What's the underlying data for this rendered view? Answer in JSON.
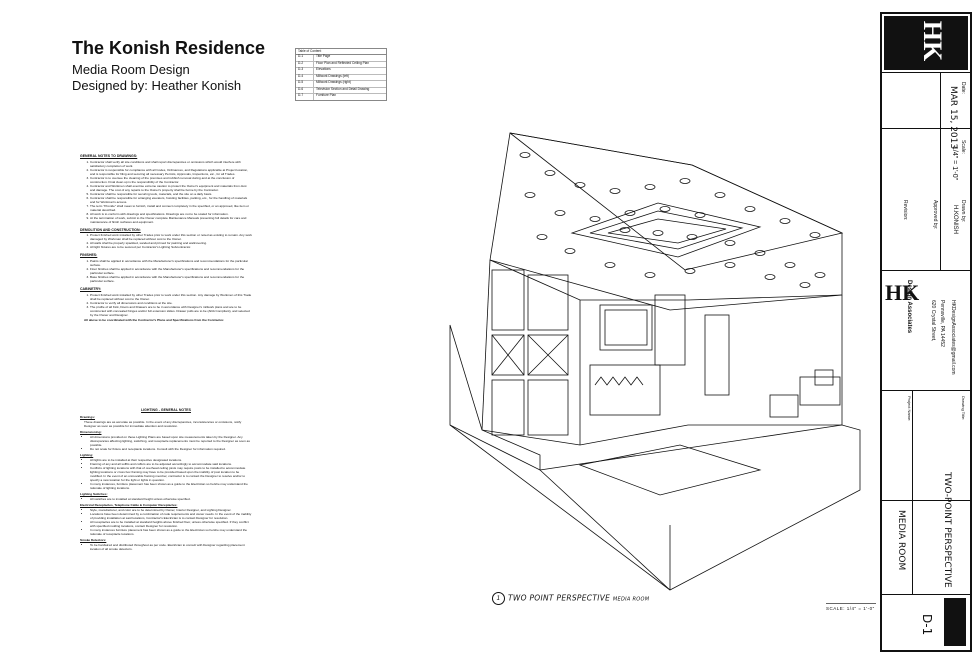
{
  "header": {
    "title": "The Konish Residence",
    "subtitle": "Media Room Design",
    "designer": "Designed by: Heather Konish"
  },
  "toc": {
    "heading": "Table of Content",
    "rows": [
      {
        "code": "D-1",
        "name": "Title Page"
      },
      {
        "code": "D-2",
        "name": "Floor Plan and Reflected Ceiling Plan"
      },
      {
        "code": "D-3",
        "name": "Elevations"
      },
      {
        "code": "D-4",
        "name": "Millwork Drawings (left)"
      },
      {
        "code": "D-5",
        "name": "Millwork Drawings (right)"
      },
      {
        "code": "D-6",
        "name": "Television Section and Detail Drawing"
      },
      {
        "code": "D-7",
        "name": "Furniture Plan"
      }
    ]
  },
  "general_notes": {
    "heading": "GENERAL NOTES TO DRAWINGS:",
    "items": [
      "Contractor shall verify all site conditions and shall report discrepancies or omissions which would interfere with satisfactory completion of work.",
      "Contractor is responsible for compliance with all Codes, Ordinances, and Regulations applicable at Project location, and is responsible for filing and securing all necessary Permits, Approvals, Inspections, etc., for all Trades.",
      "Contractor is to oversee the cleaning of the premises and rubbish removal during and at the conclusion of construction. Final clean up is the responsibility of the Contractor.",
      "Contractor and Workmen shall exercise extreme caution to protect the Owner's equipment and materials from dust and damage. The cost of any repairs to the Owner's property shall be borne by the Contractor.",
      "Contractor shall be responsible for securing tools, materials, and the site on a daily basis.",
      "Contractor shall be responsible for arranging elevators, hoisting facilities, parking, etc., for the handling of materials and for Workman's access.",
      "The term \"Provide\" shall mean to furnish, install and connect completely in the specified, or an approved, like item or material described.",
      "All work is to conform with drawings and specifications. Drawings are not to be scaled for information.",
      "At the termination of work, submit to the Owner complete Maintenance Manuals presenting full details for care and maintenance of finish surfaces and equipment."
    ],
    "demolition_heading": "DEMOLITION AND CONSTRUCTION:",
    "demolition": [
      "Protect finished work installed by other Trades prior to work under this section or noted as existing to remain. Any work damaged by Workman shall be replaced without cost to the Owner.",
      "All walls shall be properly spackled, sanded and primed for painting and wallcovering.",
      "All light fixtures are to be secured per Contractor's Lighting Subcontractor."
    ],
    "finishes_heading": "FINISHES:",
    "finishes": [
      "Paints shall be applied in accordance with the Manufacturer's specifications and recommendations for the particular surface.",
      "Floor finishes shall be applied in accordance with the Manufacturer's specifications and recommendations for the particular surface.",
      "Base finishes shall be applied in accordance with the Manufacturer's specifications and recommendations for the particular surface."
    ],
    "cabinetry_heading": "CABINETRY:",
    "cabinetry": [
      "Protect finished work installed by other Trades prior to work under this section. Any damage by Workmen of this Trade shall be replaced without cost to the Owner.",
      "Contractor to verify all dimensions and conditions at the site.",
      "The profile of all Kick, Doors and Drawers are to be in accordance with Designer's millwork plans and are to be constructed with concealed hinges and/or full extension slides. Drawer pulls are to be (ADA Compliant), and selected by the Owner and Designer."
    ],
    "closing": "All above to be coordinated with the Contractor's Plans and Specifications from the Contractor."
  },
  "lighting_notes": {
    "heading": "LIGHTING - GENERAL NOTES",
    "drawings_label": "Drawings:",
    "drawings": "These drawings are as accurate as possible. In the event of any discrepancies, inconsistencies or omissions, notify Designer as soon as possible for immediate attention and resolution.",
    "dimensioning_label": "Dimensioning:",
    "dimensioning": [
      "All dimensions provided on these Lighting Plans are based upon site measurements taken by the Designer. Any discrepancies affecting lighting, switching, and receptacle replacements must be reported to the Designer as soon as possible.",
      "Do not scale for fixture and receptacle locations. Consult with the Designer for information required."
    ],
    "lighting_label": "Lighting:",
    "lighting": [
      "All lights are to be installed at their respective designated locations.",
      "Framing of any and all soffits and coffers are to be adjusted accordingly to accommodate said locations.",
      "Conflicts of lighting locations with that of overhead ceiling joists may require posts to be installed to accommodate lighting locations or cross box framing may have to be provided based upon the inability of post location to be modified. In the event of an unmovable framing member, contractor is to contact the Designer to resolve and/or to specify a new location for the light or lights in question.",
      "In many instances, furniture placement has been shown as a guide to the Electrician so he/she may understand the rationale of lighting locations."
    ],
    "switches_label": "Lighting Switches:",
    "switches": "All switches are to installed at standard height unless otherwise specified.",
    "receptacles_label": "Electrical Receptacles, Telephone Cable & Computer Receptacles:",
    "receptacles": [
      "Style, manufacturer, and color are to be determined by Owner, Interior Designer, and Lighting Designer.",
      "Locations have been determined by a combination of code requirements and owner needs. In the event of the inability of providing installation at said locations, Contractor's Electrician is to contact Designer for resolution.",
      "All receptacles are to be installed at standard heights above finished floor, unless otherwise specified. If they conflict with specified molding locations, contact Designer for resolution.",
      "In many instances furniture placement has been shown as a guide to the Electrician so he/she may understand the rationale of receptacle locations."
    ],
    "smoke_label": "Smoke Detectors:",
    "smoke": "To be hardwired and distributed throughout as per code. Electrician to consult with Designer regarding placement location of all smoke detectors."
  },
  "drawing": {
    "caption_num": "1",
    "caption": "TWO POINT PERSPECTIVE",
    "caption_small": "MEDIA ROOM",
    "scale": "SCALE: 1/4\" = 1'-0\""
  },
  "title_block": {
    "logo": "HK",
    "date_label": "Date:",
    "date": "MAR 15, 2013",
    "scale_label": "Scale:",
    "scale": "1/4\" = 1'-0\"",
    "approved_label": "Approved by:",
    "drawn_label": "Drawn by:",
    "drawn_by": "H.KONISH",
    "revision_label": "Revision:",
    "firm_name": "Design Associates",
    "address1": "620 Crystal Street,",
    "address2": "Pennsville, PA 14452",
    "email": "HKDesignAssociates@gmail.com",
    "project_label": "Project Name:",
    "project": "MEDIA ROOM",
    "drawing_label": "Drawing Title:",
    "drawing_title": "TWO-POINT PERSPECTIVE",
    "sheet": "D-1"
  }
}
